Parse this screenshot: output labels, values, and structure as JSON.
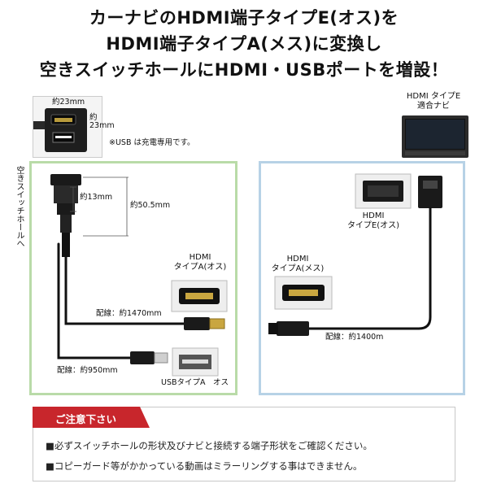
{
  "headline": {
    "line1": "カーナビのHDMI端子タイプE(オス)を",
    "line2": "HDMI端子タイプA(メス)に変換し",
    "line3": "空きスイッチホールにHDMI・USBポートを増設！"
  },
  "module": {
    "width_label": "約23mm",
    "height_label": "約23mm",
    "usb_note": "※USB は充電専用です。"
  },
  "left_panel": {
    "side_text": "空きスイッチホールへ",
    "dim_13": "約13mm",
    "dim_50": "約50.5mm",
    "hdmi_label_1": "HDMI",
    "hdmi_label_2": "タイプA(オス)",
    "cable_1470": "配線：約1470mm",
    "cable_950": "配線：約950mm",
    "usb_label": "USBタイプA　オス"
  },
  "right_panel": {
    "navi_label_1": "HDMI  タイプE",
    "navi_label_2": "適合ナビ",
    "hdmi_e_1": "HDMI",
    "hdmi_e_2": "タイプE(オス)",
    "hdmi_a_1": "HDMI",
    "hdmi_a_2": "タイプA(メス)",
    "cable_1400": "配線：約1400m"
  },
  "notice": {
    "title": "ご注意下さい",
    "line1": "■必ずスイッチホールの形状及びナビと接続する端子形状をご確認ください。",
    "line2": "■コピーガード等がかかっている動画はミラーリングする事はできません。"
  },
  "colors": {
    "left_border": "#b9dba8",
    "right_border": "#b7d2e6",
    "notice_red": "#c8262c"
  }
}
